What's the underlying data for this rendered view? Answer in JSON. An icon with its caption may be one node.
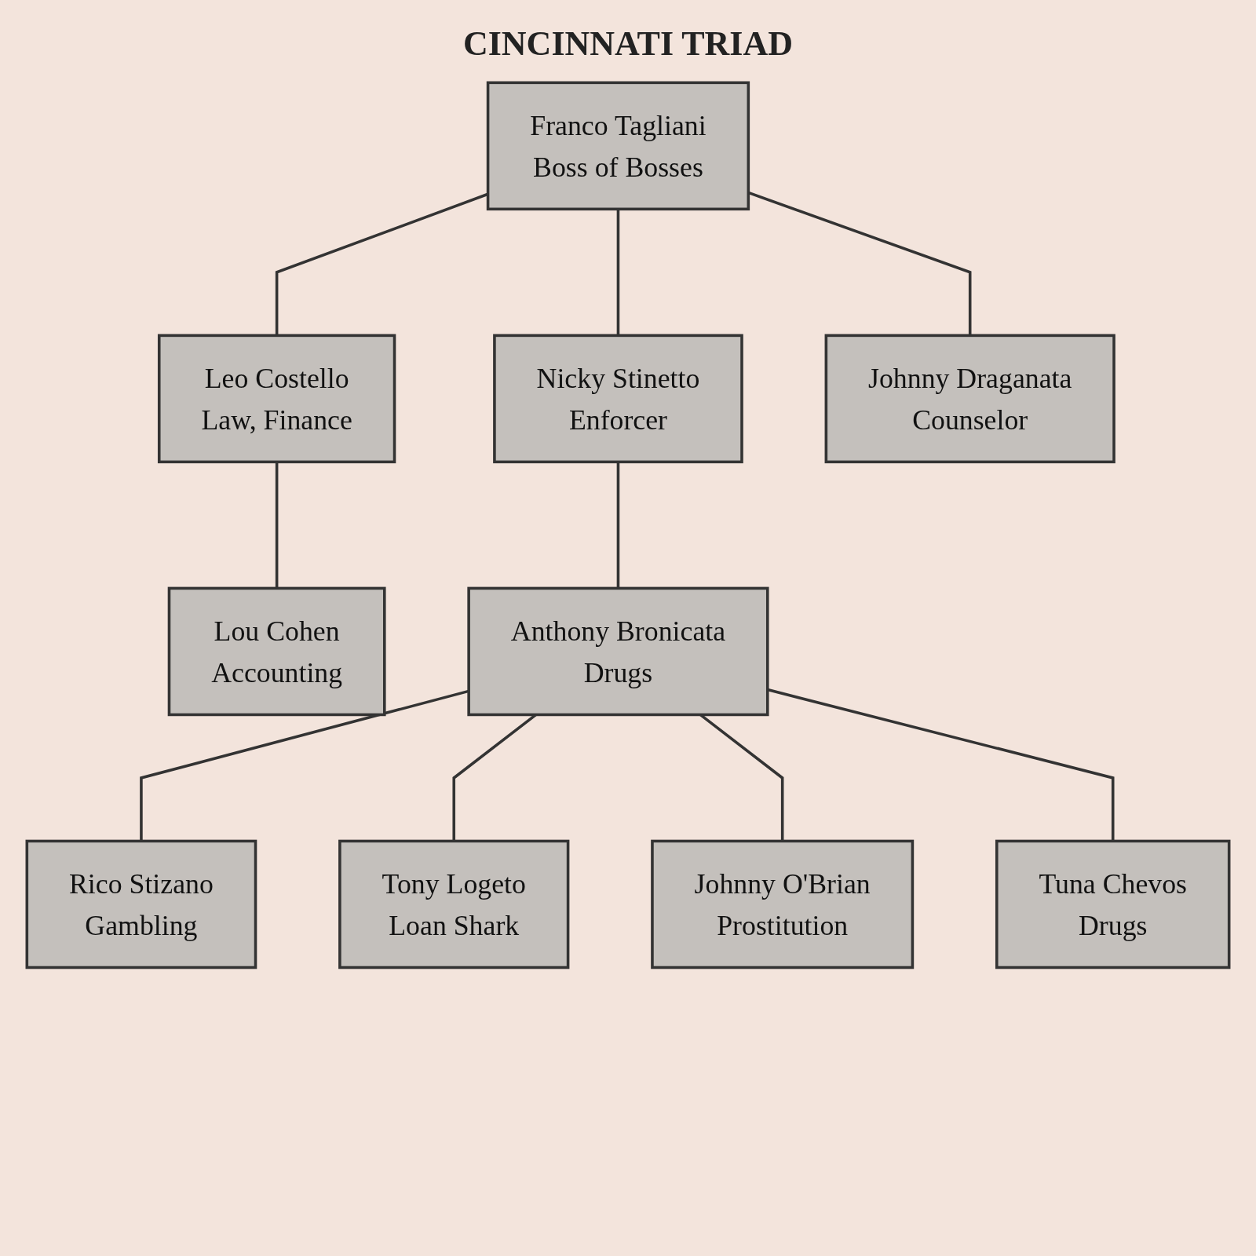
{
  "diagram": {
    "title": "CINCINNATI TRIAD",
    "nodes": [
      {
        "text": [
          "Franco Tagliani",
          "Boss of Bosses"
        ]
      },
      {
        "text": [
          "Leo Costello",
          "Law, Finance"
        ]
      },
      {
        "text": [
          "Nicky Stinetto",
          "Enforcer"
        ]
      },
      {
        "text": [
          "Johnny Draganata",
          "Counselor"
        ]
      },
      {
        "text": [
          "Lou Cohen",
          "Accounting"
        ]
      },
      {
        "text": [
          "Anthony Bronicata",
          "Drugs"
        ]
      },
      {
        "text": [
          "Rico Stizano",
          "Gambling"
        ]
      },
      {
        "text": [
          "Tony Logeto",
          "Loan Shark"
        ]
      },
      {
        "text": [
          "Johnny O'Brian",
          "Prostitution"
        ]
      },
      {
        "text": [
          "Tuna Chevos",
          "Drugs"
        ]
      }
    ],
    "edges": [
      {
        "from": 0,
        "to": 1,
        "arrow": "none"
      },
      {
        "from": 0,
        "to": 2,
        "arrow": "none"
      },
      {
        "from": 0,
        "to": 3,
        "arrow": "none"
      },
      {
        "from": 1,
        "to": 4,
        "arrow": "none"
      },
      {
        "from": 2,
        "to": 5,
        "arrow": "none"
      },
      {
        "from": 5,
        "to": 6,
        "arrow": "none"
      },
      {
        "from": 5,
        "to": 7,
        "arrow": "none"
      },
      {
        "from": 5,
        "to": 8,
        "arrow": "none"
      },
      {
        "from": 5,
        "to": 9,
        "arrow": "none"
      }
    ]
  }
}
